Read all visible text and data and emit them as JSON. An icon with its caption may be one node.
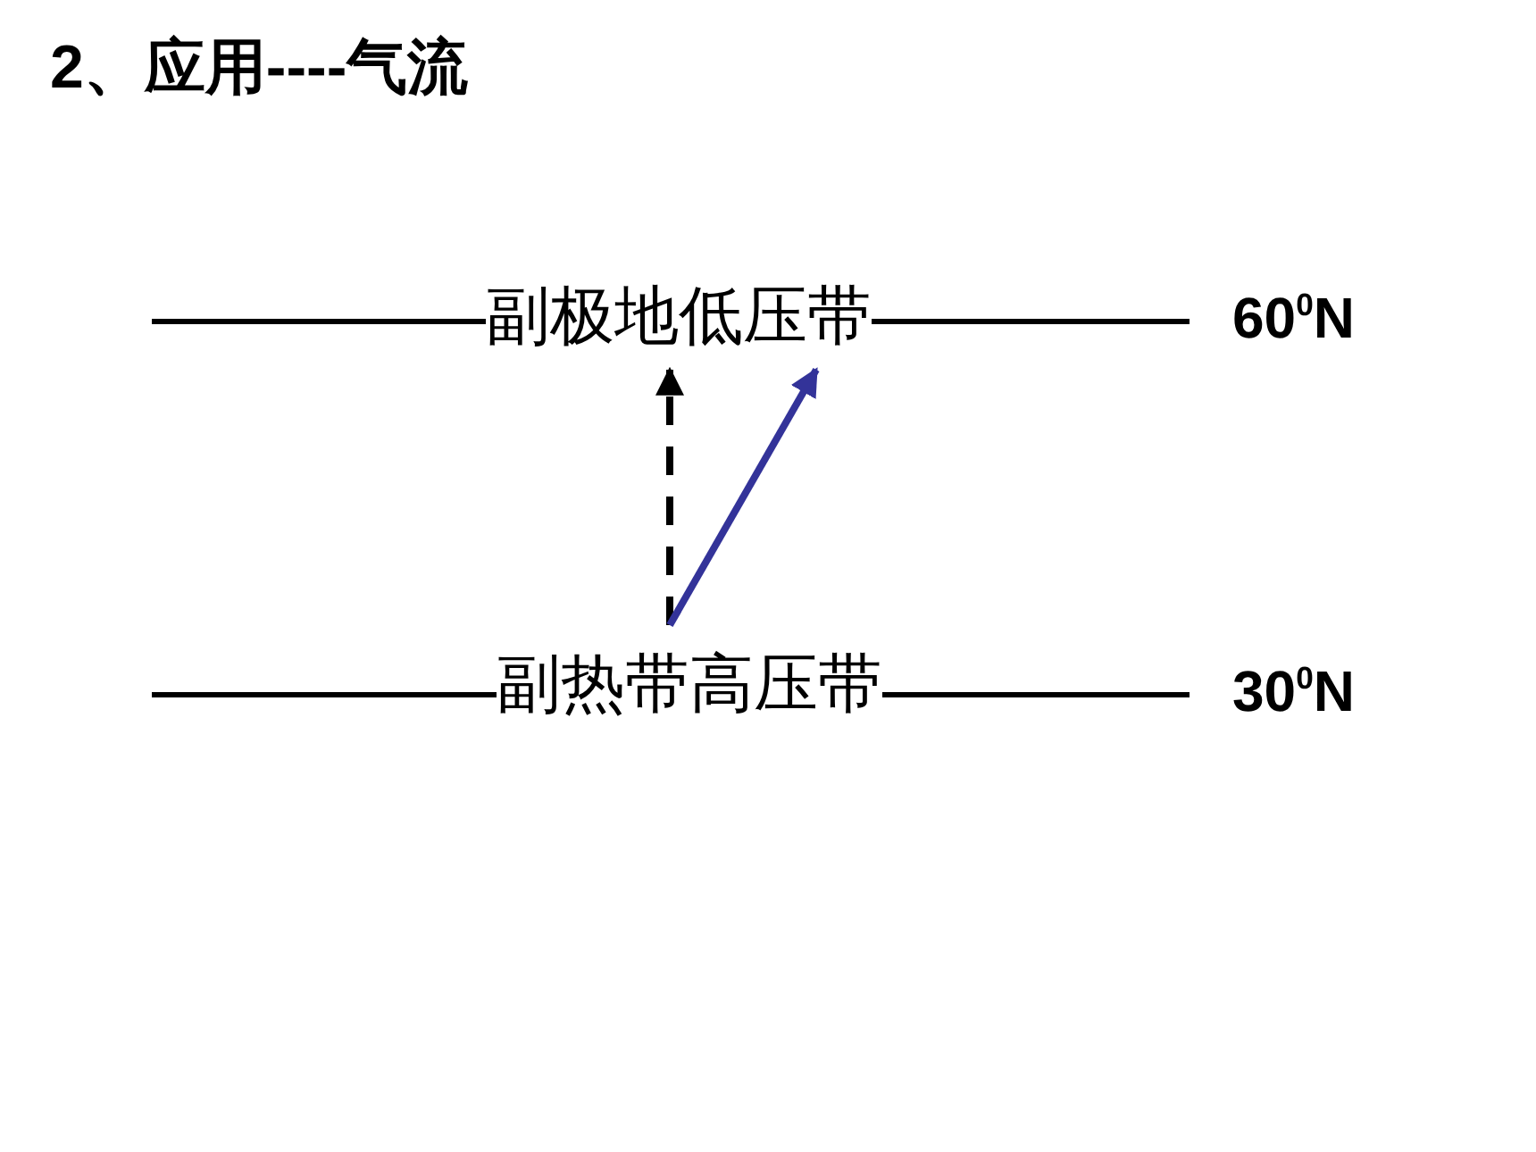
{
  "diagram": {
    "title": "2、应用----气流",
    "nodes": [
      {
        "text": [
          "副极地低压带"
        ]
      },
      {
        "text": [
          "副热带高压带"
        ]
      }
    ],
    "edges": [
      {
        "from": 1,
        "to": 0,
        "arrow": "to",
        "style": "dashed"
      },
      {
        "from": 1,
        "to": 0,
        "arrow": "to",
        "color": "#333399"
      }
    ],
    "labels": [
      "60$^{0}$N",
      "30$^{0}$N"
    ]
  }
}
